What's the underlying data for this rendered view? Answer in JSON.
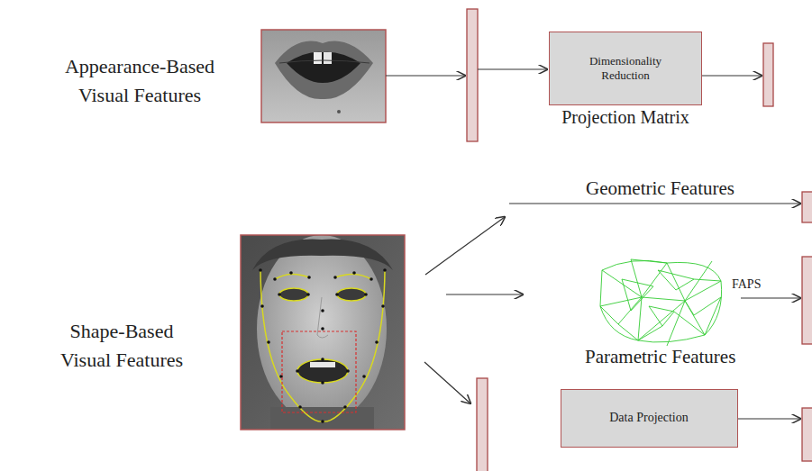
{
  "diagram": {
    "nodes": [
      {
        "text": [
          "Dimensionality Reduction",
          "Projection Matrix"
        ]
      },
      {
        "text": [
          "Data Projection"
        ]
      }
    ],
    "labels": [
      "Appearance-Based Visual Features",
      "Shape-Based Visual Features",
      "Geometric Features",
      "FAPS",
      "Parametric Features"
    ]
  }
}
